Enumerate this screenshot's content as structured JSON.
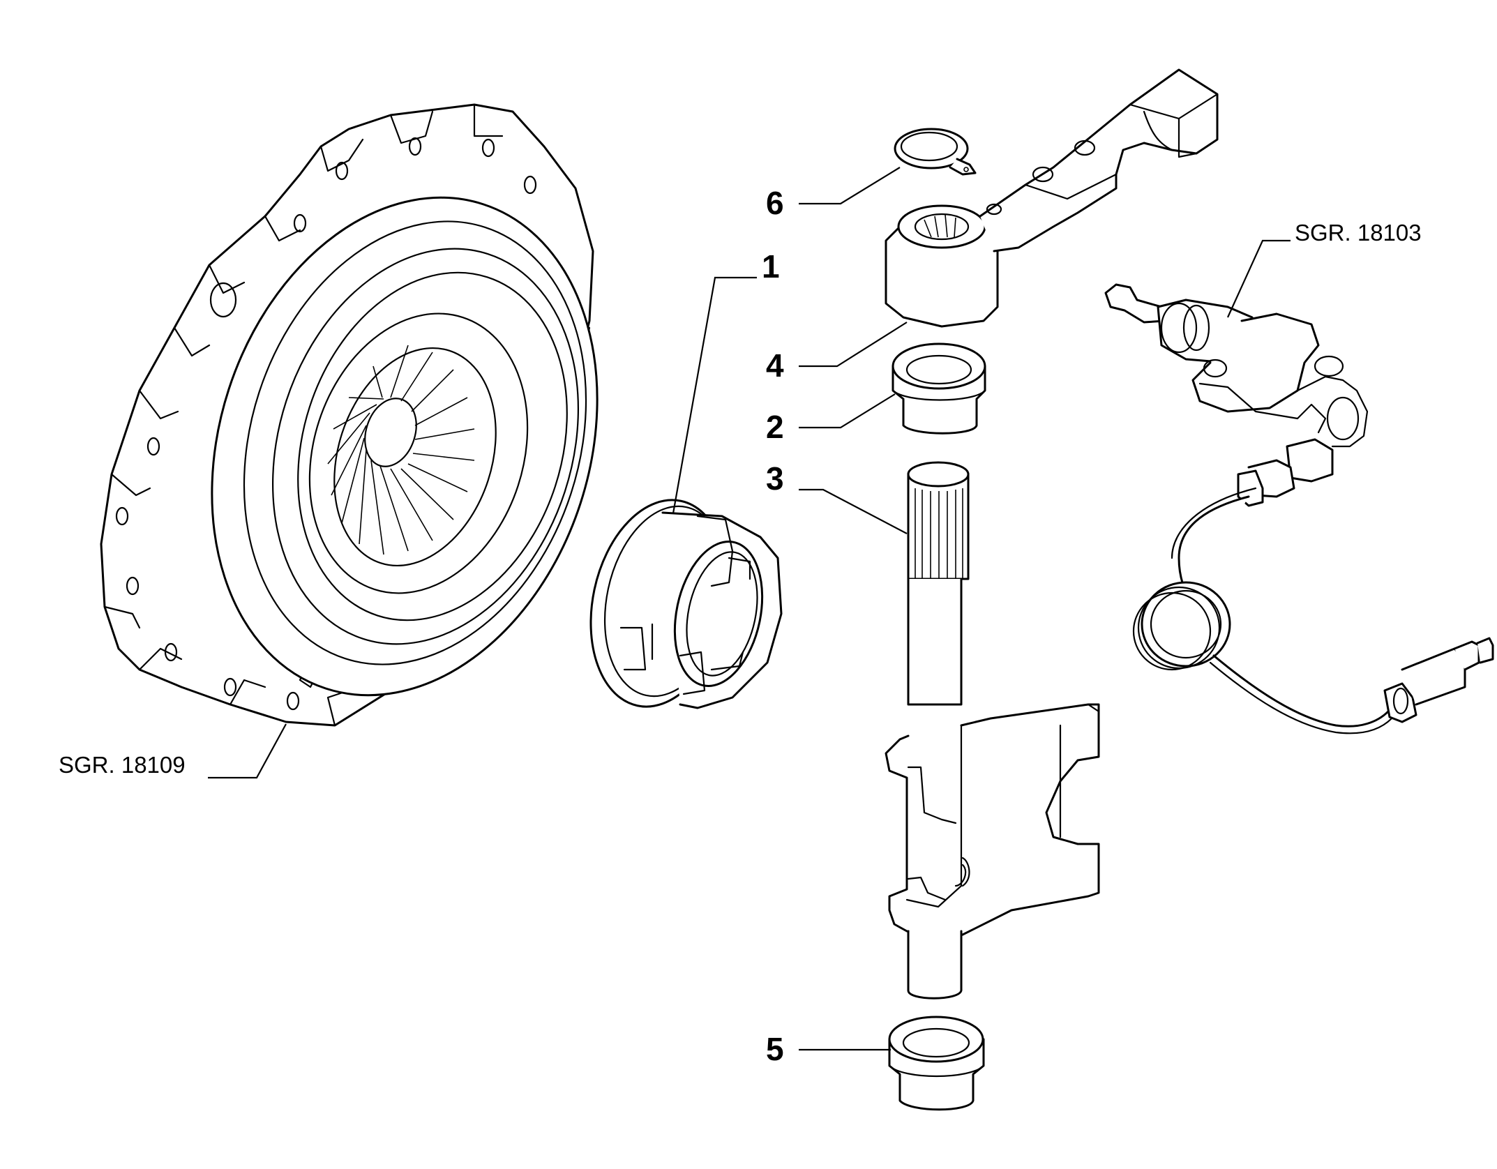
{
  "callouts": {
    "c1": "1",
    "c2": "2",
    "c3": "3",
    "c4": "4",
    "c5": "5",
    "c6": "6"
  },
  "references": {
    "clutch_cover_ref": "SGR. 18109",
    "master_cylinder_ref": "SGR. 18103"
  },
  "parts": [
    {
      "id": "clutch-pressure-plate",
      "ref": "SGR. 18109"
    },
    {
      "id": "release-bearing",
      "callout": "1"
    },
    {
      "id": "bushing-upper",
      "callout": "2"
    },
    {
      "id": "release-fork-shaft",
      "callout": "3"
    },
    {
      "id": "release-lever",
      "callout": "4"
    },
    {
      "id": "bushing-lower",
      "callout": "5"
    },
    {
      "id": "circlip",
      "callout": "6"
    },
    {
      "id": "slave-cylinder-hose",
      "ref": "SGR. 18103"
    }
  ]
}
